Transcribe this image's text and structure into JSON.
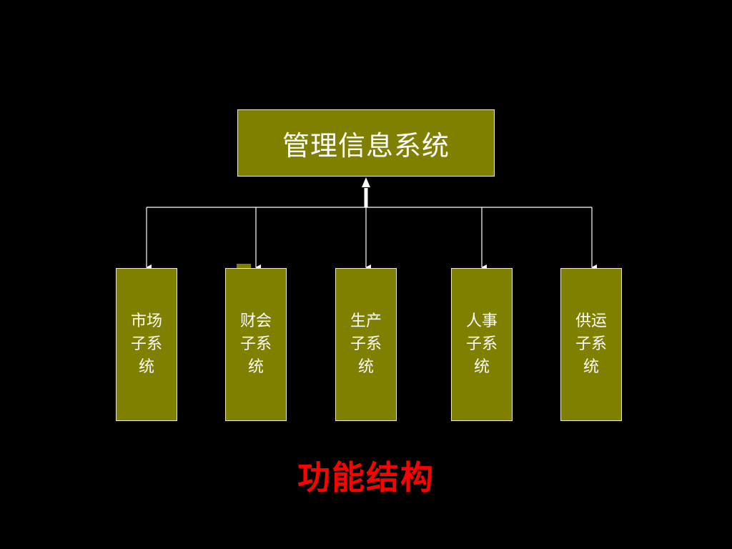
{
  "diagram": {
    "root": {
      "label": "管理信息系统"
    },
    "children": [
      {
        "label": "市场子系统"
      },
      {
        "label": "财会子系统"
      },
      {
        "label": "生产子系统"
      },
      {
        "label": "人事子系统"
      },
      {
        "label": "供运子系统"
      }
    ],
    "caption": "功能结构"
  },
  "colors": {
    "background": "#000000",
    "box_fill": "#808000",
    "box_text": "#ffffff",
    "connector": "#ffffff",
    "caption": "#ff0000"
  }
}
